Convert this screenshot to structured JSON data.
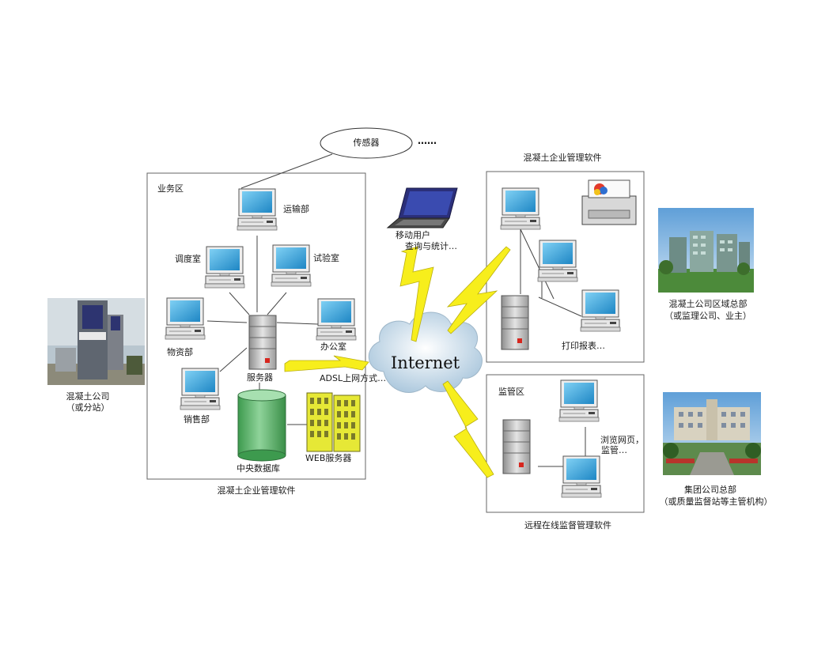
{
  "diagram": {
    "sensor": "传感器",
    "ellipsis": "……",
    "business_zone": {
      "title": "业务区",
      "transport": "运输部",
      "dispatch": "调度室",
      "lab": "试验室",
      "materials": "物资部",
      "office": "办公室",
      "server": "服务器",
      "sales": "销售部",
      "central_db": "中央数据库",
      "web_server": "WEB服务器",
      "caption": "混凝土企业管理软件"
    },
    "plant": {
      "line1": "混凝土公司",
      "line2": "（或分站）"
    },
    "mobile": {
      "line1": "移动用户",
      "line2": "查询与统计…"
    },
    "internet": "Internet",
    "adsl": "ADSL上网方式…",
    "regional": {
      "top_caption": "混凝土企业管理软件",
      "print": "打印报表…",
      "hq_line1": "混凝土公司区域总部",
      "hq_line2": "（或监理公司、业主）"
    },
    "supervision": {
      "title": "监管区",
      "browse_line1": "浏览网页，",
      "browse_line2": "监管…",
      "caption": "远程在线监督管理软件",
      "group_line1": "集团公司总部",
      "group_line2": "（或质量监督站等主管机构）"
    }
  },
  "colors": {
    "screen": "#3aa6dc",
    "bolt": "#f7ee1c",
    "cylinder": "#5dbb6b",
    "building": "#e6e836",
    "cloud": "#c9dcea"
  }
}
